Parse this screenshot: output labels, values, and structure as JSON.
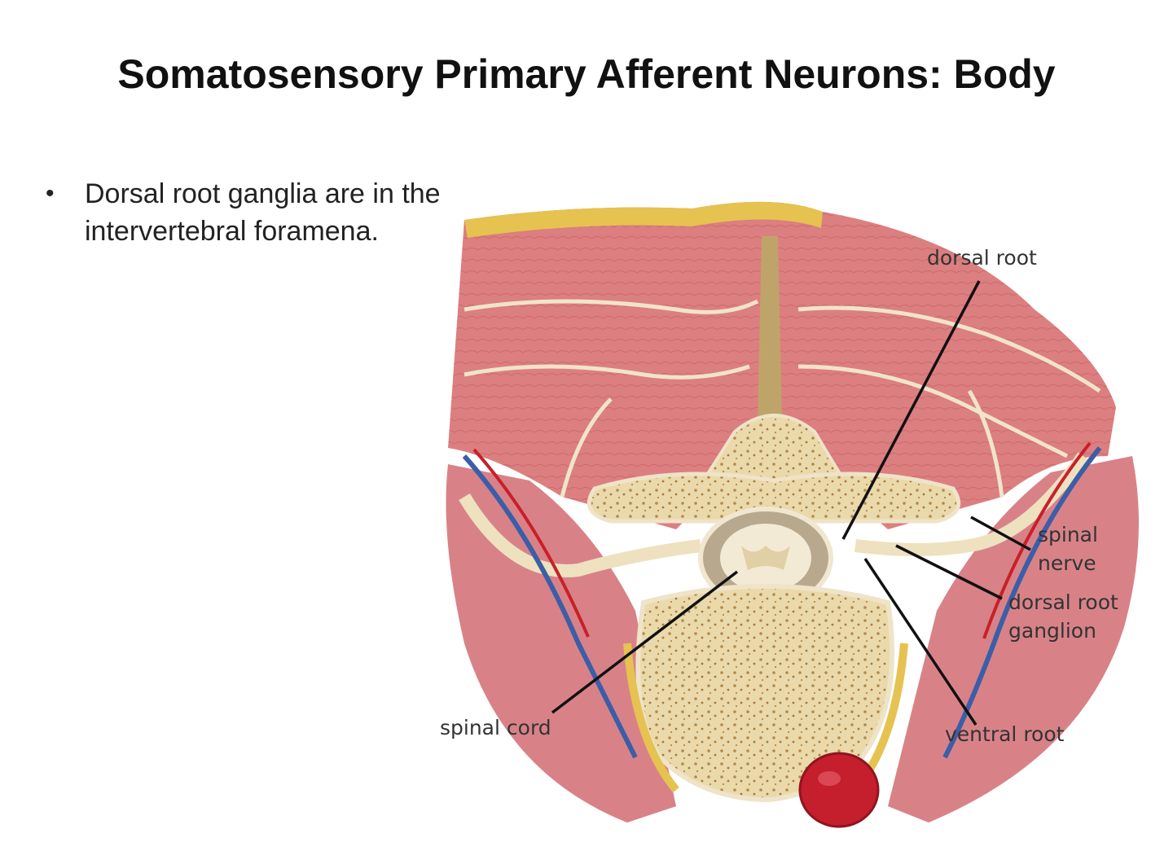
{
  "slide": {
    "title": "Somatosensory Primary Afferent Neurons: Body",
    "bullets": [
      "Dorsal root ganglia are in the intervertebral foramena."
    ]
  },
  "figure": {
    "labels": {
      "dorsal_root": "dorsal root",
      "spinal_nerve_1": "spinal",
      "spinal_nerve_2": "nerve",
      "drg_1": "dorsal root",
      "drg_2": "ganglion",
      "ventral_root": "ventral root",
      "spinal_cord": "spinal cord"
    },
    "colors": {
      "muscle": "#d9787a",
      "muscle_dark": "#c85e62",
      "fat": "#e8c24a",
      "bone": "#e8d6a6",
      "bone_dot": "#b08a4c",
      "fascia": "#efe3c8",
      "vessel_red": "#c8202a",
      "vessel_blue": "#3b5ea8"
    }
  }
}
